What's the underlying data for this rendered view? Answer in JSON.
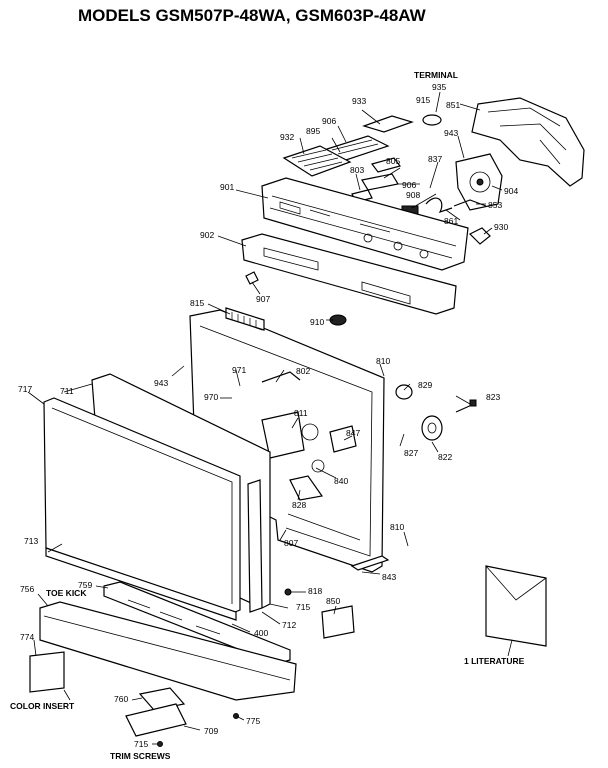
{
  "title": "MODELS GSM507P-48WA, GSM603P-48AW",
  "labels": {
    "terminal": "TERMINAL",
    "toe_kick": "TOE KICK",
    "literature": "1  LITERATURE",
    "color_insert": "COLOR INSERT",
    "trim_screws": "TRIM SCREWS"
  },
  "part_numbers": {
    "p935": "935",
    "p915": "915",
    "p851": "851",
    "p933": "933",
    "p906a": "906",
    "p943a": "943",
    "p932": "932",
    "p895": "895",
    "p837": "837",
    "p805": "805",
    "p803": "803",
    "p906b": "906",
    "p908": "908",
    "p904": "904",
    "p901": "901",
    "p853": "853",
    "p861": "861",
    "p930": "930",
    "p902": "902",
    "p907": "907",
    "p815": "815",
    "p910": "910",
    "p810a": "810",
    "p943b": "943",
    "p971": "971",
    "p802": "802",
    "p829": "829",
    "p717": "717",
    "p711": "711",
    "p970": "970",
    "p823": "823",
    "p811": "811",
    "p847": "847",
    "p827": "827",
    "p822": "822",
    "p840": "840",
    "p828": "828",
    "p810b": "810",
    "p713": "713",
    "p807": "807",
    "p843": "843",
    "p759": "759",
    "p756": "756",
    "p818": "818",
    "p850": "850",
    "p715a": "715",
    "p712": "712",
    "p400": "400",
    "p774": "774",
    "p760": "760",
    "p775": "775",
    "p709": "709",
    "p715b": "715"
  }
}
